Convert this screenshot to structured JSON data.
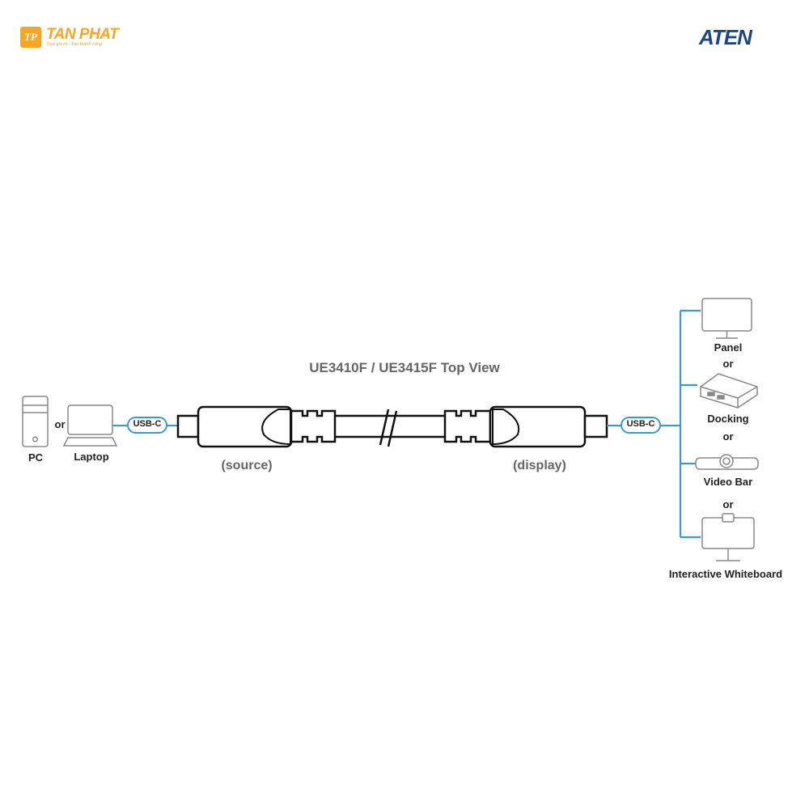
{
  "brand_left": {
    "mark": "TP",
    "name": "TAN PHAT",
    "slogan": "Trao giá trị - Tạo thành công",
    "color": "#f5a623"
  },
  "brand_right": {
    "name": "ATEN",
    "color": "#1c4587"
  },
  "diagram": {
    "title": "UE3410F / UE3415F Top View",
    "source": {
      "devices": [
        {
          "label": "PC",
          "icon": "pc-tower-icon"
        },
        {
          "label": "Laptop",
          "icon": "laptop-icon"
        }
      ],
      "or_label": "or",
      "connector": "USB-C",
      "end_label": "(source)"
    },
    "display": {
      "end_label": "(display)",
      "connector": "USB-C",
      "devices": [
        {
          "label": "Panel",
          "icon": "monitor-icon"
        },
        {
          "label": "Docking",
          "icon": "docking-station-icon"
        },
        {
          "label": "Video Bar",
          "icon": "video-bar-icon"
        },
        {
          "label": "Interactive Whiteboard",
          "icon": "whiteboard-icon"
        }
      ],
      "or_labels": [
        "or",
        "or",
        "or"
      ]
    },
    "colors": {
      "link_line": "#3a9ac9",
      "outline": "#111111",
      "device_outline": "#888888"
    }
  }
}
